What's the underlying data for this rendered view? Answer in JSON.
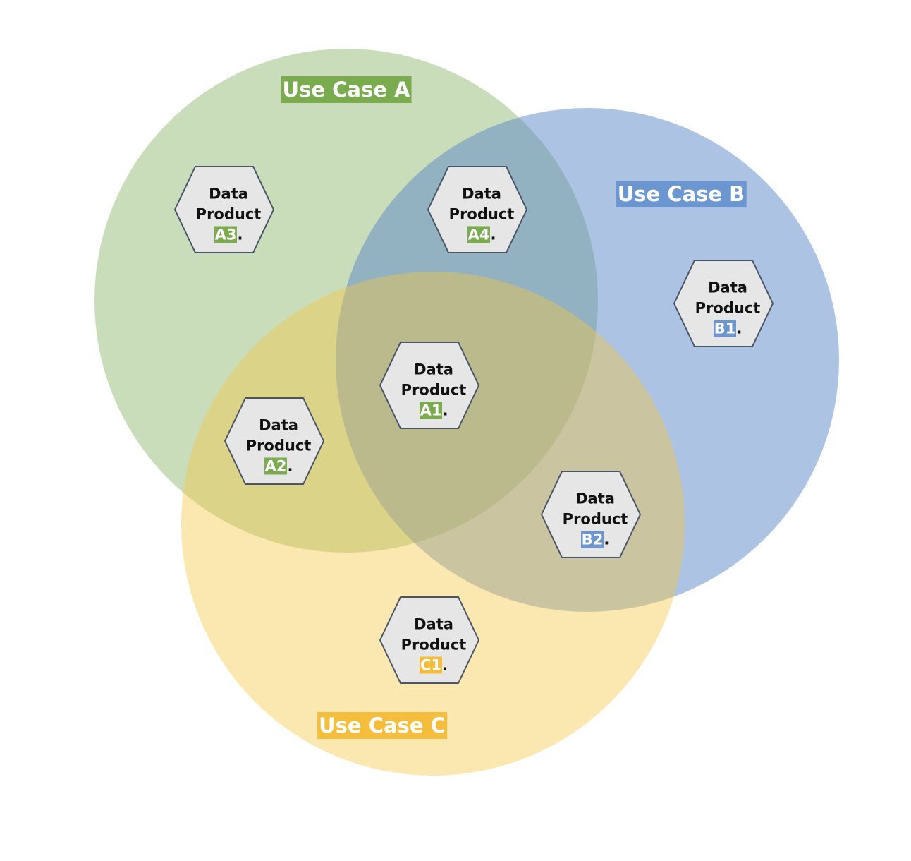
{
  "colors": {
    "a": "#7aab4e",
    "b": "#6b96cf",
    "c": "#f4be3c",
    "a_fill": "#8fb76f",
    "b_fill": "#5b88c8",
    "c_fill": "#f5c542",
    "hex_fill": "#e6e6e6",
    "hex_stroke": "#4a5566"
  },
  "use_cases": [
    {
      "id": "a",
      "label": "Use Case A"
    },
    {
      "id": "b",
      "label": "Use Case B"
    },
    {
      "id": "c",
      "label": "Use Case C"
    }
  ],
  "products": [
    {
      "line1": "Data",
      "line2": "Product",
      "code": "A3",
      "suffix": ".",
      "group": "a"
    },
    {
      "line1": "Data",
      "line2": "Product",
      "code": "A4",
      "suffix": ".",
      "group": "a"
    },
    {
      "line1": "Data",
      "line2": "Product",
      "code": "B1",
      "suffix": ".",
      "group": "b"
    },
    {
      "line1": "Data",
      "line2": "Product",
      "code": "A1",
      "suffix": ".",
      "group": "a"
    },
    {
      "line1": "Data",
      "line2": "Product",
      "code": "A2",
      "suffix": ".",
      "group": "a"
    },
    {
      "line1": "Data",
      "line2": "Product",
      "code": "B2",
      "suffix": ".",
      "group": "b"
    },
    {
      "line1": "Data",
      "line2": "Product",
      "code": "C1",
      "suffix": ".",
      "group": "c"
    }
  ]
}
